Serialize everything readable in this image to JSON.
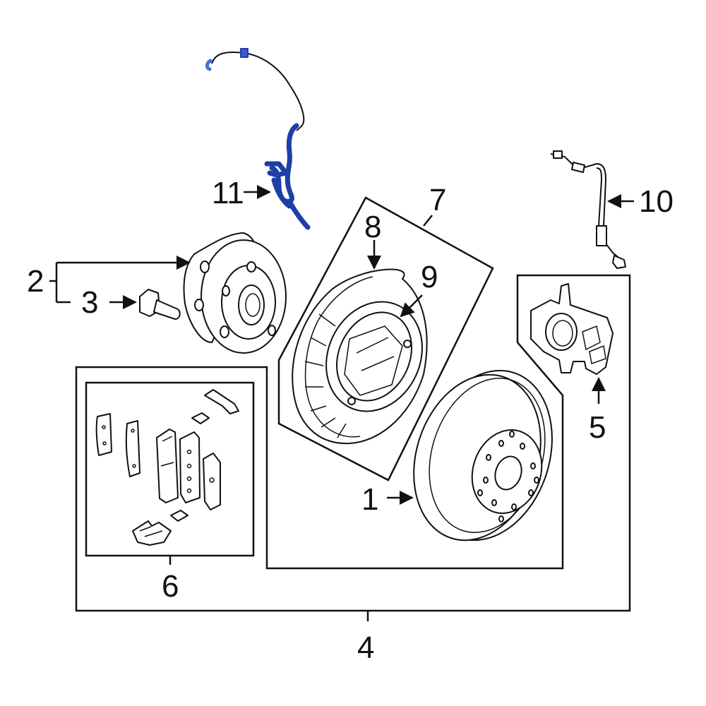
{
  "callouts": {
    "c1": "1",
    "c2": "2",
    "c3": "3",
    "c4": "4",
    "c5": "5",
    "c6": "6",
    "c7": "7",
    "c8": "8",
    "c9": "9",
    "c10": "10",
    "c11": "11"
  },
  "colors": {
    "highlight": "#1d3fa8",
    "highlight_light": "#4a6fe0",
    "line": "#111111",
    "background": "#ffffff"
  }
}
